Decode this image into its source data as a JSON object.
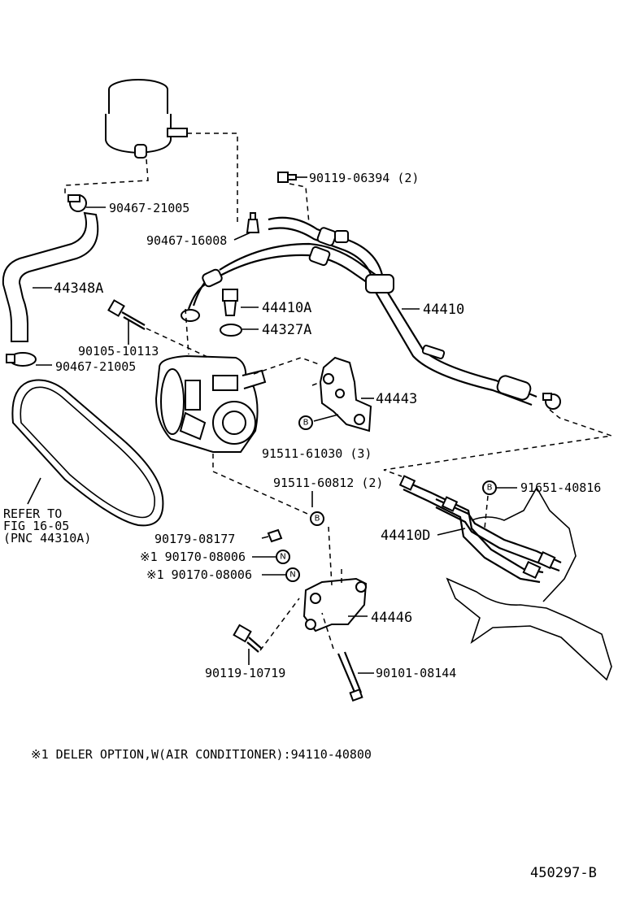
{
  "parts": {
    "p1": "90119-06394 (2)",
    "p2": "90467-21005",
    "p3": "90467-16008",
    "p4": "44348A",
    "p5": "44410A",
    "p6": "44327A",
    "p7": "44410",
    "p8": "90105-10113",
    "p9": "90467-21005",
    "p10": "44443",
    "p11": "91511-61030 (3)",
    "p12": "91511-60812 (2)",
    "p13": "91651-40816",
    "p14": "44410D",
    "p15": "90179-08177",
    "p16": "※1 90170-08006",
    "p17": "※1 90170-08006",
    "p18": "44446",
    "p19": "90119-10719",
    "p20": "90101-08144"
  },
  "refer": {
    "line1": "REFER TO",
    "line2": "FIG 16-05",
    "line3": "(PNC 44310A)"
  },
  "badges": {
    "b": "B",
    "n": "N"
  },
  "footnote": "※1 DELER OPTION,W(AIR CONDITIONER):94110-40800",
  "drawing_number": "450297-B"
}
